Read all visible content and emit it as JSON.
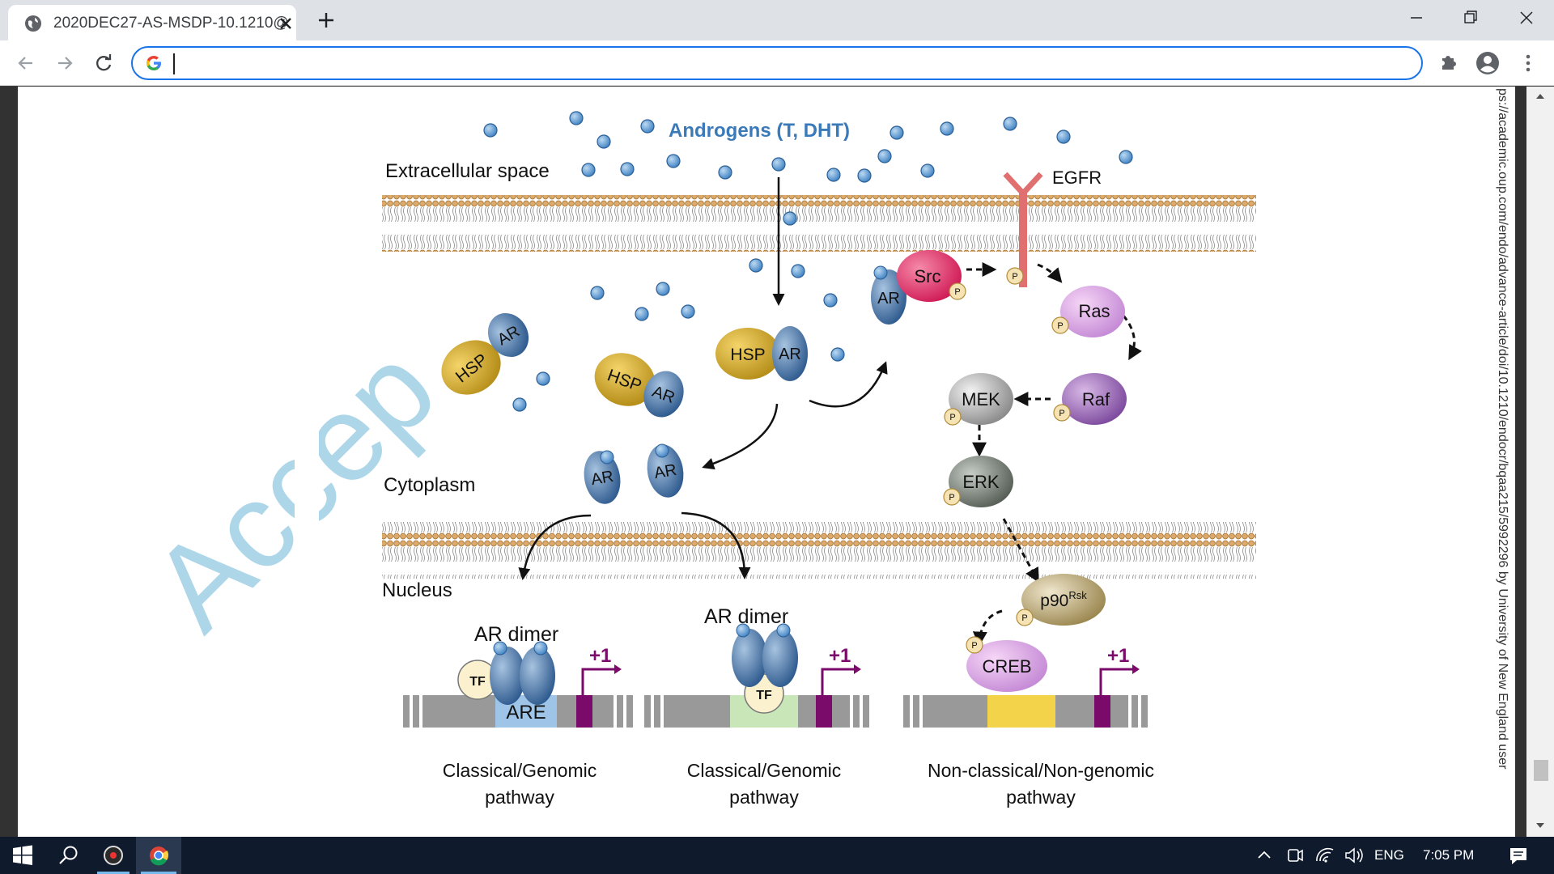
{
  "browser": {
    "tab_title": "2020DEC27-AS-MSDP-10.1210@",
    "address_value": "",
    "address_placeholder": ""
  },
  "page": {
    "side_url": "ps://academic.oup.com/endo/advance-article/doi/10.1210/endocr/bqaa215/5992296 by University of New England user",
    "watermark": "Accep",
    "figure": {
      "androgens_label": "Androgens (T, DHT)",
      "extracellular_label": "Extracellular space",
      "egfr_label": "EGFR",
      "cytoplasm_label": "Cytoplasm",
      "nucleus_label": "Nucleus",
      "hsp": "HSP",
      "ar": "AR",
      "src": "Src",
      "ras": "Ras",
      "raf": "Raf",
      "mek": "MEK",
      "erk": "ERK",
      "p90": "p90",
      "p90_sup": "Rsk",
      "creb": "CREB",
      "p": "P",
      "tf": "TF",
      "are": "ARE",
      "plus_one": "+1",
      "ar_dimer": "AR dimer",
      "pathway1_line1": "Classical/Genomic",
      "pathway1_line2": "pathway",
      "pathway2_line1": "Classical/Genomic",
      "pathway2_line2": "pathway",
      "pathway3_line1": "Non-classical/Non-genomic",
      "pathway3_line2": "pathway"
    }
  },
  "taskbar": {
    "lang": "ENG",
    "time": "7:05 PM"
  },
  "colors": {
    "androgen_blue": "#3a7ab8",
    "hsp_gold": "#c9a227",
    "ar_blue": "#5a86b6",
    "src_pink": "#e24a7a",
    "purple": "#7b0b6b",
    "watermark": "#9fd0e6"
  }
}
